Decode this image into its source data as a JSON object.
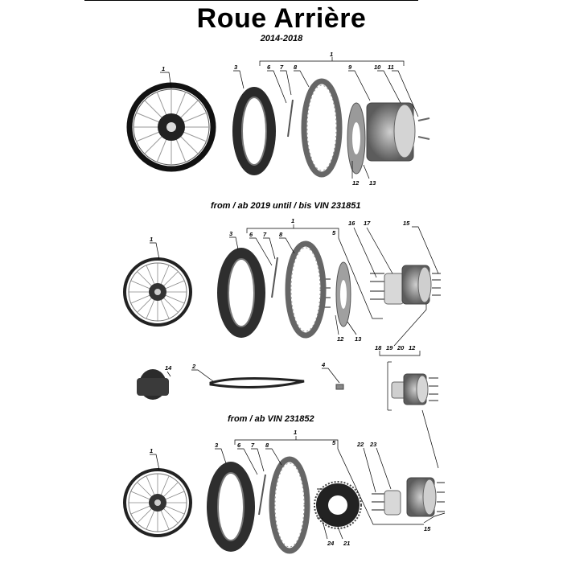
{
  "header": {
    "title": "Roue Arrière",
    "subtitle": "2014-2018"
  },
  "sections": {
    "s2": "from / ab 2019 until / bis VIN 231851",
    "s3": "from / ab VIN 231852"
  },
  "callouts": {
    "top": [
      "1",
      "3",
      "1",
      "6",
      "7",
      "8",
      "9",
      "10",
      "11",
      "12",
      "13"
    ],
    "mid": [
      "1",
      "3",
      "1",
      "6",
      "7",
      "8",
      "5",
      "16",
      "17",
      "15",
      "12",
      "13",
      "18",
      "19",
      "20",
      "12"
    ],
    "loose": [
      "14",
      "2",
      "4"
    ],
    "bottom": [
      "1",
      "3",
      "1",
      "6",
      "7",
      "8",
      "5",
      "22",
      "23",
      "15",
      "24",
      "21"
    ]
  },
  "colors": {
    "ink": "#000000",
    "background": "#ffffff",
    "parts": "#8a8a8a"
  }
}
